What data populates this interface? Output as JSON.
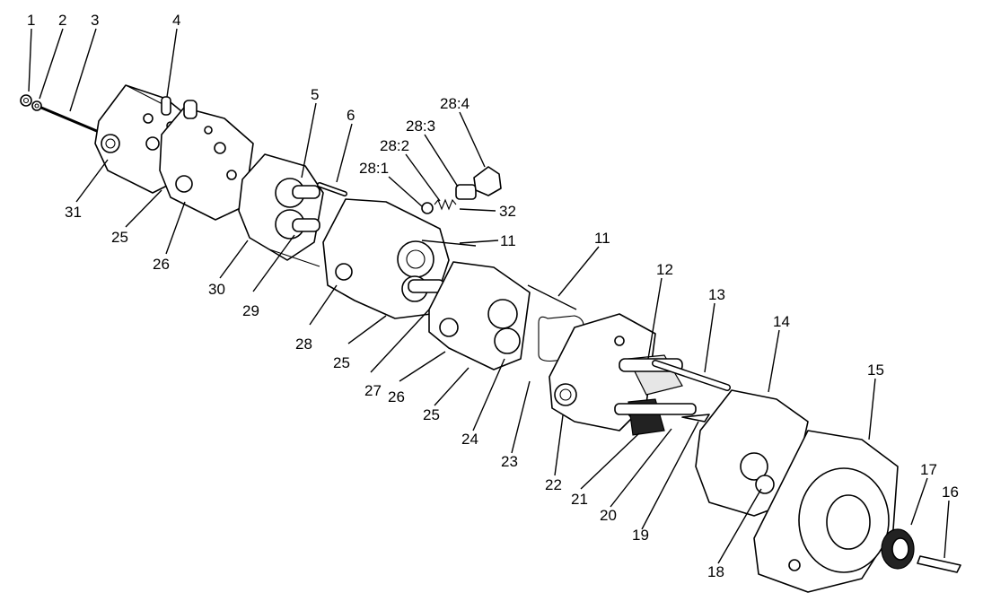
{
  "labels": {
    "l1": "1",
    "l2": "2",
    "l3": "3",
    "l4": "4",
    "l5": "5",
    "l6": "6",
    "l11a": "11",
    "l11b": "11",
    "l12": "12",
    "l13": "13",
    "l14": "14",
    "l15": "15",
    "l16": "16",
    "l17": "17",
    "l18": "18",
    "l19": "19",
    "l20": "20",
    "l21": "21",
    "l22": "22",
    "l23": "23",
    "l24": "24",
    "l25a": "25",
    "l25b": "25",
    "l25c": "25",
    "l26a": "26",
    "l26b": "26",
    "l27": "27",
    "l28": "28",
    "l28_1": "28:1",
    "l28_2": "28:2",
    "l28_3": "28:3",
    "l28_4": "28:4",
    "l29": "29",
    "l30": "30",
    "l31": "31",
    "l32": "32"
  }
}
